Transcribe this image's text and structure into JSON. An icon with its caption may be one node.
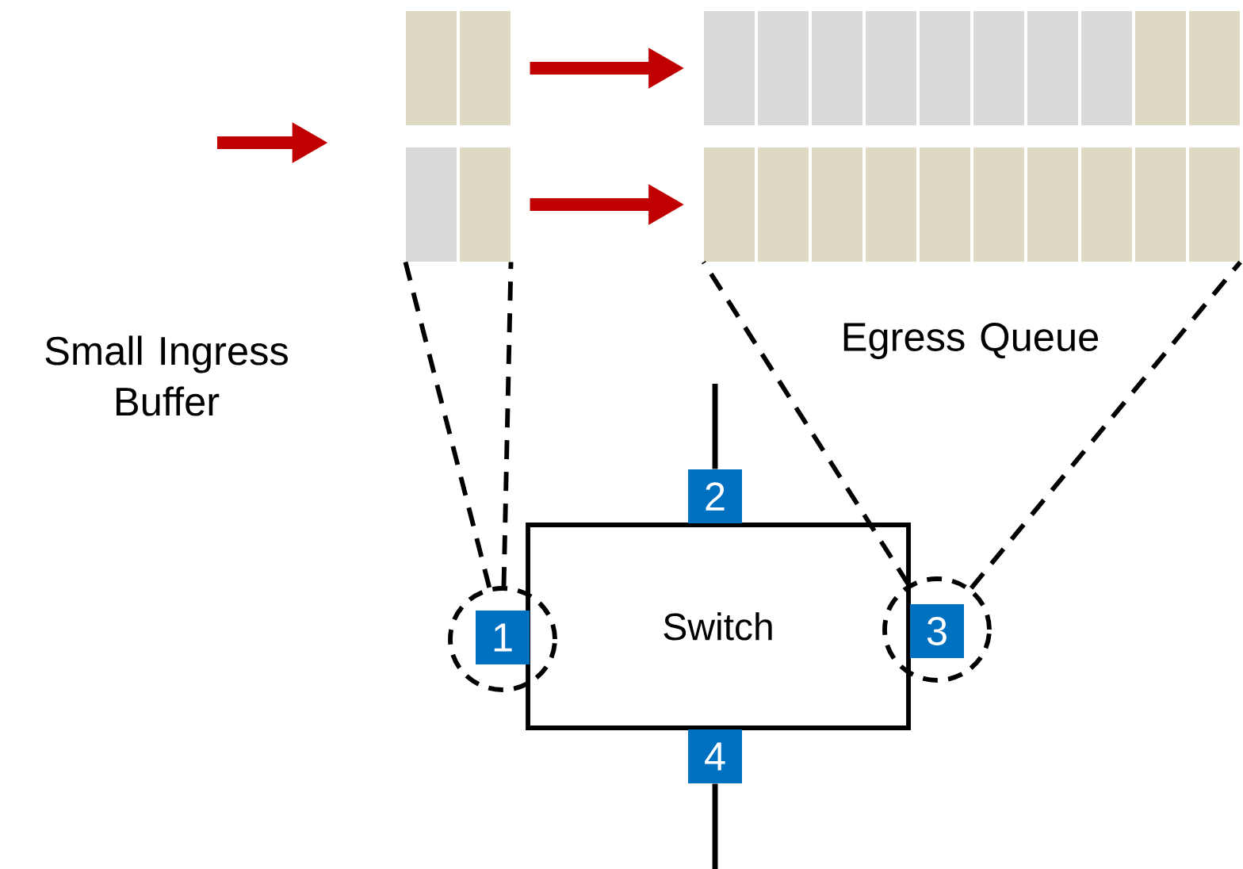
{
  "diagram": {
    "nodes": [
      {
        "text": [],
        "shape": "bar"
      },
      {
        "text": [],
        "shape": "bar"
      },
      {
        "text": [],
        "shape": "bar"
      },
      {
        "text": [],
        "shape": "bar"
      },
      {
        "text": [
          "Switch"
        ]
      },
      {
        "text": [
          "1"
        ],
        "in": 9
      },
      {
        "text": [
          "2"
        ]
      },
      {
        "text": [
          "3"
        ],
        "in": 10
      },
      {
        "text": [
          "4"
        ]
      },
      {
        "text": [],
        "shape": "circle"
      },
      {
        "text": [],
        "shape": "circle"
      }
    ],
    "edges": [
      {
        "from": 0,
        "to": 2,
        "arrow": "to",
        "style": "thick",
        "color": "#c00000"
      },
      {
        "from": 1,
        "to": 3,
        "arrow": "to",
        "style": "thick",
        "color": "#c00000"
      },
      {
        "from": 9,
        "to": 1,
        "arrow": "none",
        "style": "dashed"
      },
      {
        "from": 9,
        "to": 1,
        "arrow": "none",
        "style": "dashed"
      },
      {
        "from": 10,
        "to": 3,
        "arrow": "none",
        "style": "dashed"
      },
      {
        "from": 10,
        "to": 3,
        "arrow": "none",
        "style": "dashed"
      },
      {
        "from": 6,
        "to": null,
        "arrow": "none"
      },
      {
        "from": 8,
        "to": null,
        "arrow": "none"
      }
    ],
    "labels": [
      "Small Ingress Buffer",
      "Egress Queue"
    ]
  }
}
